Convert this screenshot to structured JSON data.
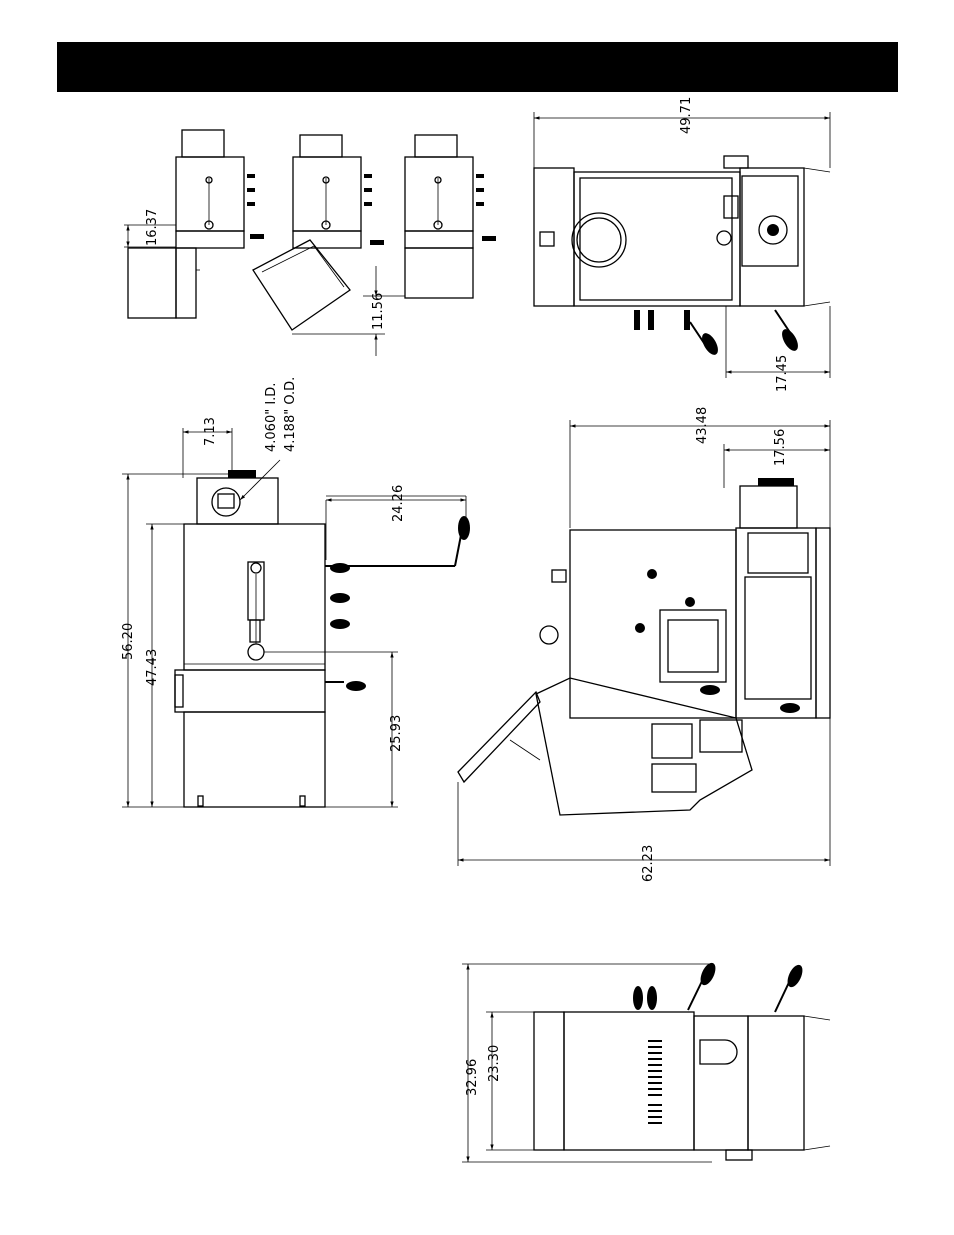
{
  "header": {
    "color": "#000000"
  },
  "dimensions": {
    "top_left": {
      "height_lift": "16.37",
      "basket_drop": "11.56"
    },
    "top_right": {
      "overall_width": "49.71",
      "lever_offset": "17.45"
    },
    "middle_left": {
      "stack_offset": "7.13",
      "inner_diameter": "4.060\" I.D.",
      "outer_diameter": "4.188\" O.D.",
      "handle_reach": "24.26",
      "overall_height": "56.20",
      "body_height": "47.43",
      "drain_height": "25.93"
    },
    "middle_right": {
      "depth": "43.48",
      "flue_offset": "17.56",
      "overall_depth": "62.23"
    },
    "bottom": {
      "overall_height": "32.96",
      "body_height": "23.30"
    }
  }
}
